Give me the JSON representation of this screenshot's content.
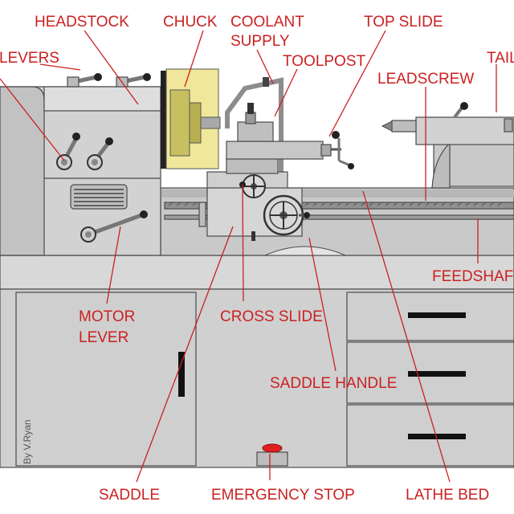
{
  "diagram": {
    "labels": {
      "headstock": "HEADSTOCK",
      "chuck": "CHUCK",
      "coolant_line1": "COOLANT",
      "coolant_line2": "SUPPLY",
      "top_slide": "TOP SLIDE",
      "tailstock_partial": "TAIL",
      "levers_partial": "LEVERS",
      "toolpost": "TOOLPOST",
      "leadscrew": "LEADSCREW",
      "feedshaft": "FEEDSHAFT",
      "motor_line1": "MOTOR",
      "motor_line2": "LEVER",
      "cross_slide": "CROSS SLIDE",
      "saddle_handle": "SADDLE HANDLE",
      "saddle": "SADDLE",
      "emergency_stop": "EMERGENCY STOP",
      "lathe_bed": "LATHE BED"
    },
    "credit": "By V.Ryan",
    "colors": {
      "label": "#cc2020",
      "machine_body": "#d4d4d4",
      "machine_dark": "#a9a9a9",
      "chuck": "#f0e79a",
      "emergency_button": "#e02020"
    }
  }
}
